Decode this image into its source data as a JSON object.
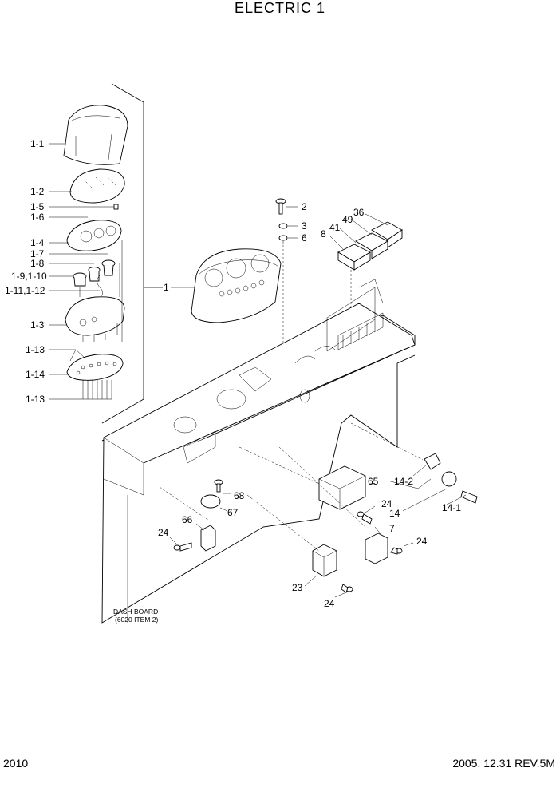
{
  "title": "ELECTRIC 1",
  "footer": {
    "left": "2010",
    "right": "2005. 12.31 REV.5M"
  },
  "note": {
    "line1": "DASH BOARD",
    "line2": "(6020 ITEM 2)"
  },
  "labels": {
    "l1_1": "1-1",
    "l1_2": "1-2",
    "l1_5": "1-5",
    "l1_6": "1-6",
    "l1_4": "1-4",
    "l1_7": "1-7",
    "l1_8": "1-8",
    "l1_9": "1-9,1-10",
    "l1_11": "1-11,1-12",
    "l1_3": "1-3",
    "l1_13a": "1-13",
    "l1_14": "1-14",
    "l1_13b": "1-13",
    "l1": "1",
    "l2": "2",
    "l3": "3",
    "l6": "6",
    "l8": "8",
    "l41": "41",
    "l49": "49",
    "l36": "36",
    "l65": "65",
    "l14_2": "14-2",
    "l24a": "24",
    "l14": "14",
    "l14_1": "14-1",
    "l68": "68",
    "l67": "67",
    "l66": "66",
    "l24b": "24",
    "l7": "7",
    "l24c": "24",
    "l23": "23",
    "l24d": "24"
  }
}
